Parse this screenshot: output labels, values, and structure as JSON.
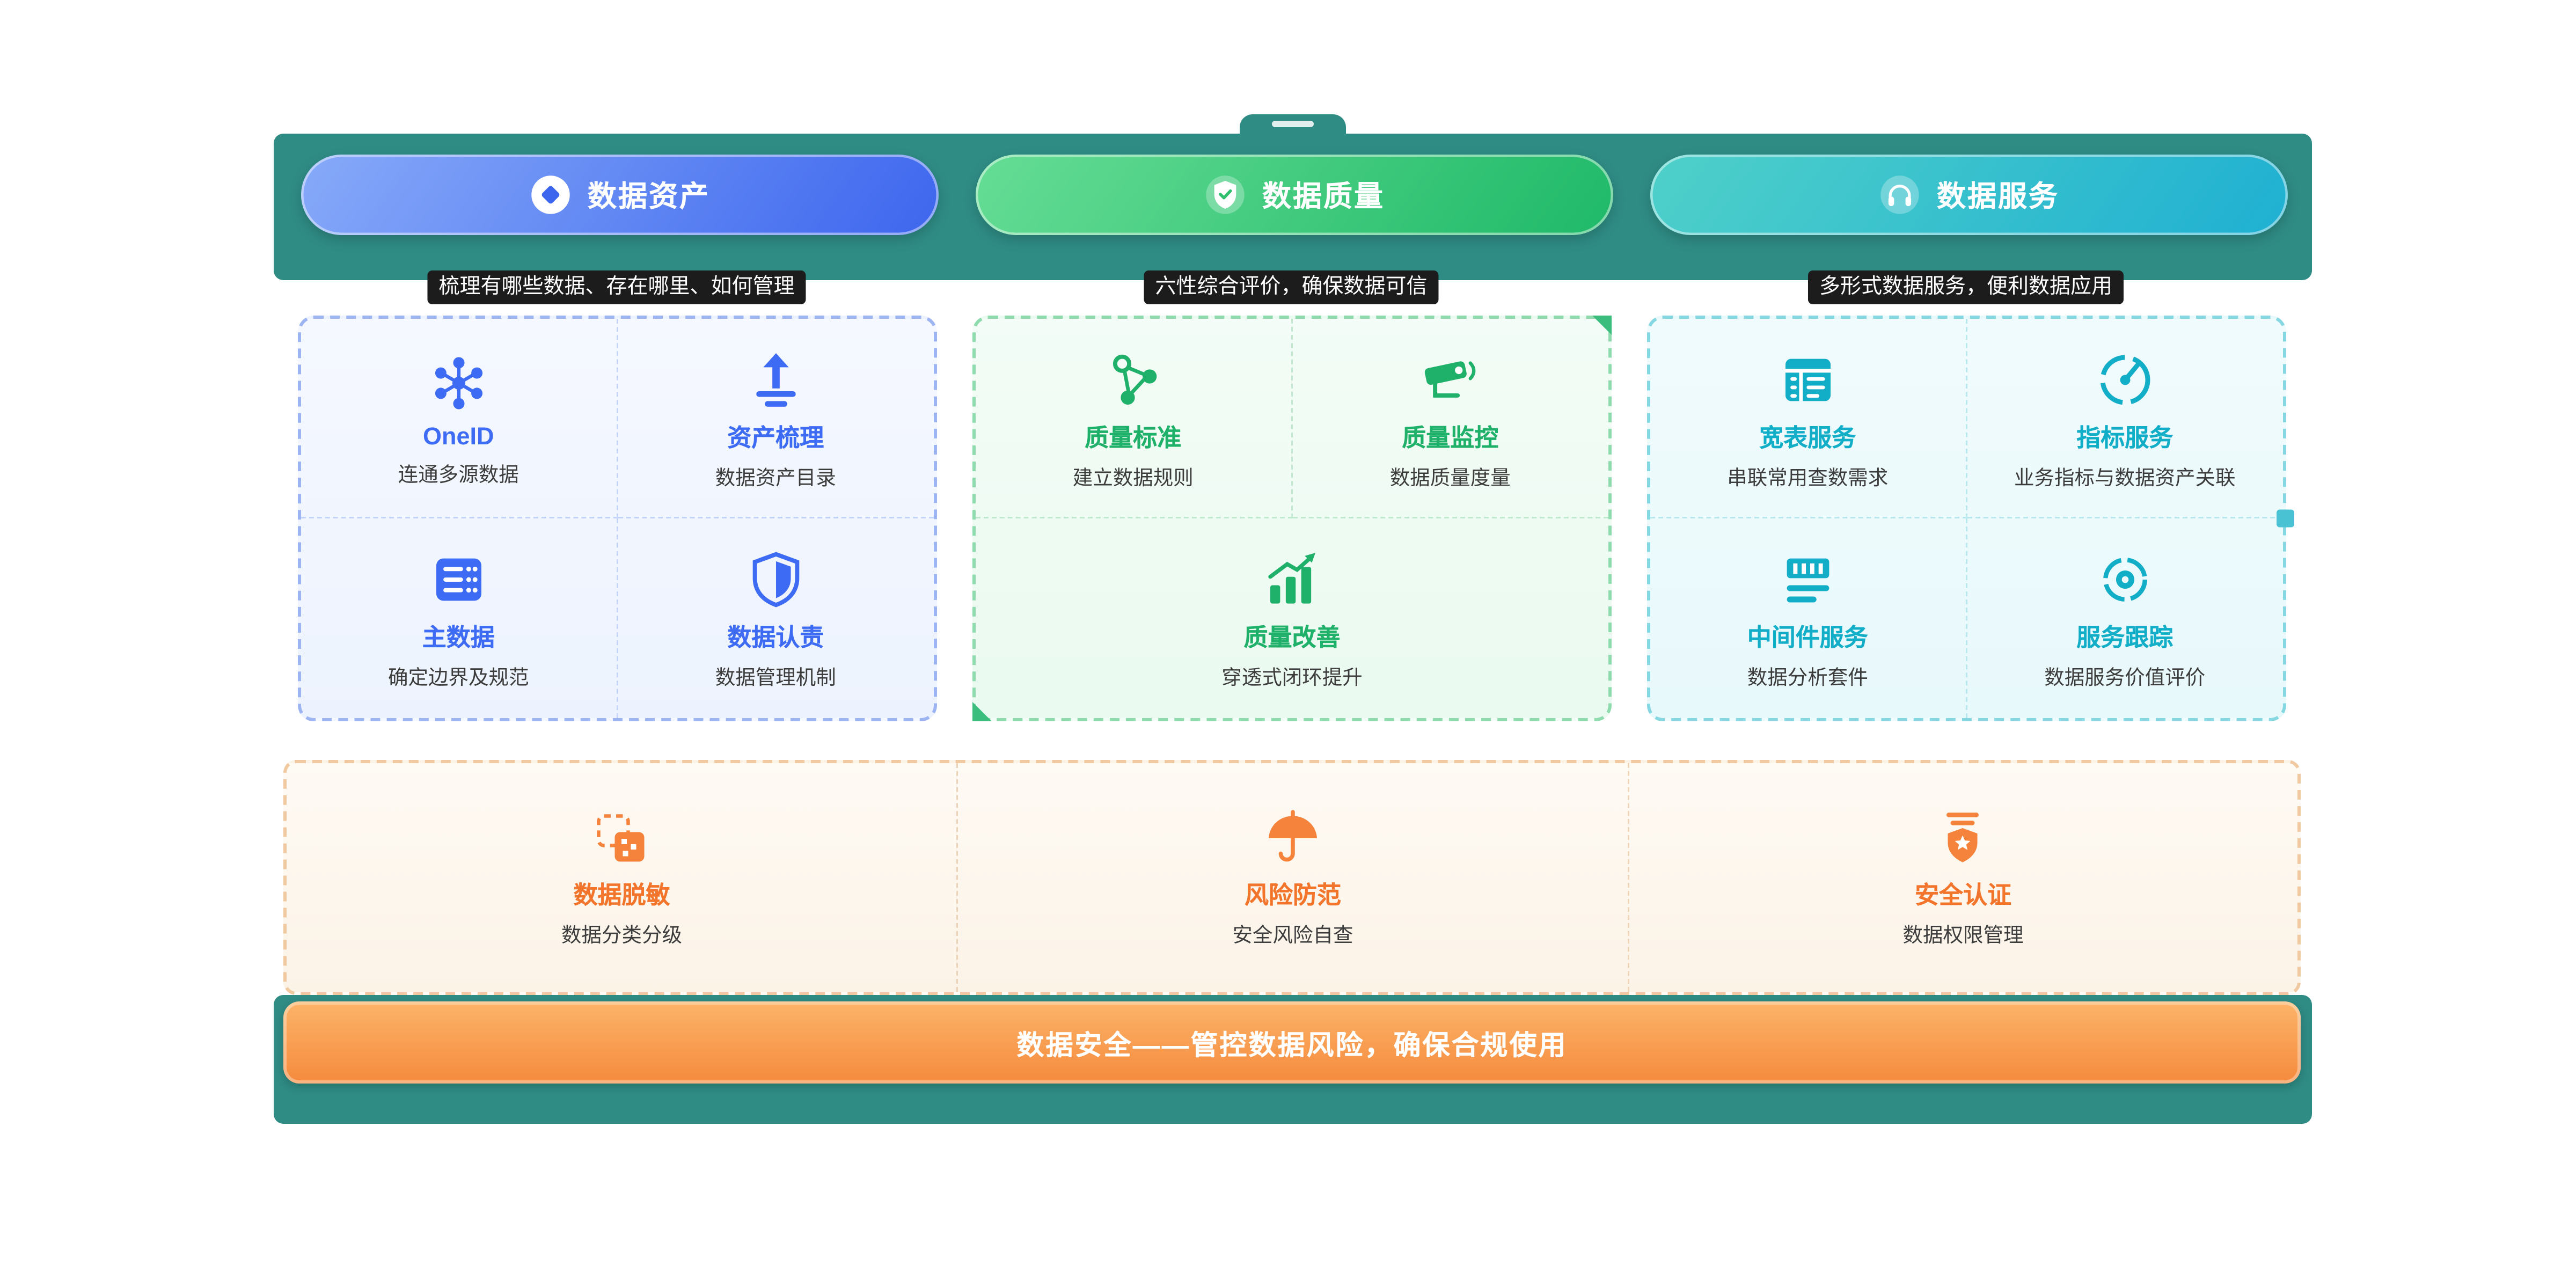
{
  "pillars": [
    {
      "id": "assets",
      "button_label": "数据资产",
      "button_icon": "diamond-icon",
      "subtitle": "梳理有哪些数据、存在哪里、如何管理",
      "accent": "#3D6BF3",
      "items": [
        {
          "title": "OneID",
          "desc": "连通多源数据",
          "icon": "network-icon"
        },
        {
          "title": "资产梳理",
          "desc": "数据资产目录",
          "icon": "upload-icon"
        },
        {
          "title": "主数据",
          "desc": "确定边界及规范",
          "icon": "database-icon"
        },
        {
          "title": "数据认责",
          "desc": "数据管理机制",
          "icon": "shield-icon"
        }
      ]
    },
    {
      "id": "quality",
      "button_label": "数据质量",
      "button_icon": "shield-check-icon",
      "subtitle": "六性综合评价，确保数据可信",
      "accent": "#1FB069",
      "items": [
        {
          "title": "质量标准",
          "desc": "建立数据规则",
          "icon": "nodes-icon"
        },
        {
          "title": "质量监控",
          "desc": "数据质量度量",
          "icon": "camera-icon"
        },
        {
          "title": "质量改善",
          "desc": "穿透式闭环提升",
          "icon": "chart-icon"
        }
      ]
    },
    {
      "id": "services",
      "button_label": "数据服务",
      "button_icon": "headphones-icon",
      "subtitle": "多形式数据服务，便利数据应用",
      "accent": "#12AEC8",
      "items": [
        {
          "title": "宽表服务",
          "desc": "串联常用查数需求",
          "icon": "table-icon"
        },
        {
          "title": "指标服务",
          "desc": "业务指标与数据资产关联",
          "icon": "gauge-icon"
        },
        {
          "title": "中间件服务",
          "desc": "数据分析套件",
          "icon": "middleware-icon"
        },
        {
          "title": "服务跟踪",
          "desc": "数据服务价值评价",
          "icon": "target-icon"
        }
      ]
    }
  ],
  "security": {
    "accent": "#F2752B",
    "items": [
      {
        "title": "数据脱敏",
        "desc": "数据分类分级",
        "icon": "mask-icon"
      },
      {
        "title": "风险防范",
        "desc": "安全风险自查",
        "icon": "umbrella-icon"
      },
      {
        "title": "安全认证",
        "desc": "数据权限管理",
        "icon": "badge-icon"
      }
    ],
    "banner": "数据安全——管控数据风险，确保合规使用"
  },
  "colors": {
    "teal_band": "#2F8C85",
    "assets_accent": "#3D6BF3",
    "quality_accent": "#1FB069",
    "services_accent": "#12AEC8",
    "security_accent": "#F2752B",
    "banner_gradient_top": "#FCB469",
    "banner_gradient_bottom": "#F58A3D"
  }
}
